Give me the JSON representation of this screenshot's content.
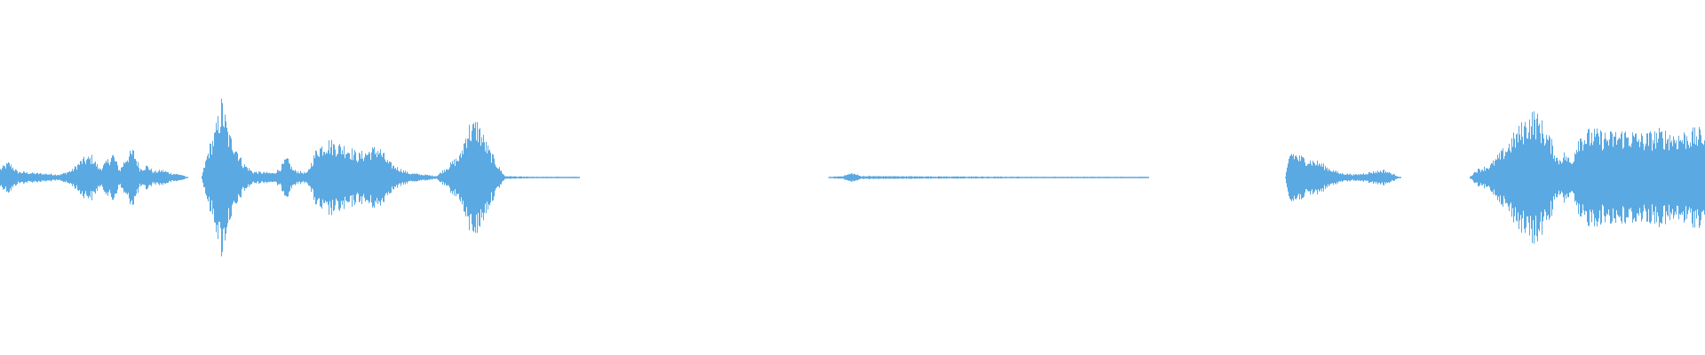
{
  "waveform": {
    "color": "#5ba9e2",
    "background": "#ffffff",
    "amplitude_envelope": [
      [
        0.0,
        0.06
      ],
      [
        0.005,
        0.1
      ],
      [
        0.01,
        0.04
      ],
      [
        0.02,
        0.03
      ],
      [
        0.035,
        0.02
      ],
      [
        0.042,
        0.05
      ],
      [
        0.048,
        0.12
      ],
      [
        0.054,
        0.14
      ],
      [
        0.058,
        0.06
      ],
      [
        0.062,
        0.1
      ],
      [
        0.066,
        0.16
      ],
      [
        0.07,
        0.05
      ],
      [
        0.074,
        0.14
      ],
      [
        0.078,
        0.18
      ],
      [
        0.082,
        0.06
      ],
      [
        0.086,
        0.08
      ],
      [
        0.09,
        0.04
      ],
      [
        0.095,
        0.05
      ],
      [
        0.1,
        0.03
      ],
      [
        0.106,
        0.02
      ],
      [
        0.11,
        0.0
      ],
      [
        0.118,
        0.0
      ],
      [
        0.122,
        0.18
      ],
      [
        0.126,
        0.3
      ],
      [
        0.13,
        0.5
      ],
      [
        0.134,
        0.28
      ],
      [
        0.138,
        0.22
      ],
      [
        0.142,
        0.1
      ],
      [
        0.148,
        0.04
      ],
      [
        0.16,
        0.03
      ],
      [
        0.164,
        0.06
      ],
      [
        0.168,
        0.13
      ],
      [
        0.172,
        0.05
      ],
      [
        0.18,
        0.03
      ],
      [
        0.186,
        0.2
      ],
      [
        0.192,
        0.24
      ],
      [
        0.198,
        0.22
      ],
      [
        0.204,
        0.2
      ],
      [
        0.21,
        0.15
      ],
      [
        0.216,
        0.18
      ],
      [
        0.222,
        0.2
      ],
      [
        0.228,
        0.1
      ],
      [
        0.234,
        0.06
      ],
      [
        0.24,
        0.03
      ],
      [
        0.248,
        0.02
      ],
      [
        0.256,
        0.01
      ],
      [
        0.27,
        0.15
      ],
      [
        0.274,
        0.33
      ],
      [
        0.28,
        0.36
      ],
      [
        0.286,
        0.2
      ],
      [
        0.292,
        0.08
      ],
      [
        0.296,
        0.01
      ],
      [
        0.31,
        0.005
      ],
      [
        0.338,
        0.005
      ],
      [
        0.34,
        0.0
      ],
      [
        0.486,
        0.0
      ],
      [
        0.488,
        0.005
      ],
      [
        0.494,
        0.01
      ],
      [
        0.5,
        0.03
      ],
      [
        0.505,
        0.01
      ],
      [
        0.54,
        0.008
      ],
      [
        0.6,
        0.005
      ],
      [
        0.672,
        0.005
      ],
      [
        0.674,
        0.0
      ],
      [
        0.754,
        0.0
      ],
      [
        0.757,
        0.18
      ],
      [
        0.762,
        0.14
      ],
      [
        0.768,
        0.12
      ],
      [
        0.774,
        0.1
      ],
      [
        0.78,
        0.06
      ],
      [
        0.786,
        0.03
      ],
      [
        0.796,
        0.02
      ],
      [
        0.806,
        0.04
      ],
      [
        0.812,
        0.05
      ],
      [
        0.818,
        0.02
      ],
      [
        0.822,
        0.0
      ],
      [
        0.862,
        0.0
      ],
      [
        0.866,
        0.05
      ],
      [
        0.874,
        0.08
      ],
      [
        0.882,
        0.18
      ],
      [
        0.89,
        0.3
      ],
      [
        0.896,
        0.38
      ],
      [
        0.9,
        0.42
      ],
      [
        0.904,
        0.36
      ],
      [
        0.91,
        0.24
      ],
      [
        0.914,
        0.12
      ],
      [
        0.918,
        0.16
      ],
      [
        0.922,
        0.1
      ],
      [
        0.926,
        0.28
      ],
      [
        0.934,
        0.3
      ],
      [
        0.944,
        0.28
      ],
      [
        0.954,
        0.3
      ],
      [
        0.964,
        0.27
      ],
      [
        0.974,
        0.3
      ],
      [
        0.984,
        0.28
      ],
      [
        0.994,
        0.3
      ],
      [
        1.0,
        0.3
      ]
    ]
  }
}
